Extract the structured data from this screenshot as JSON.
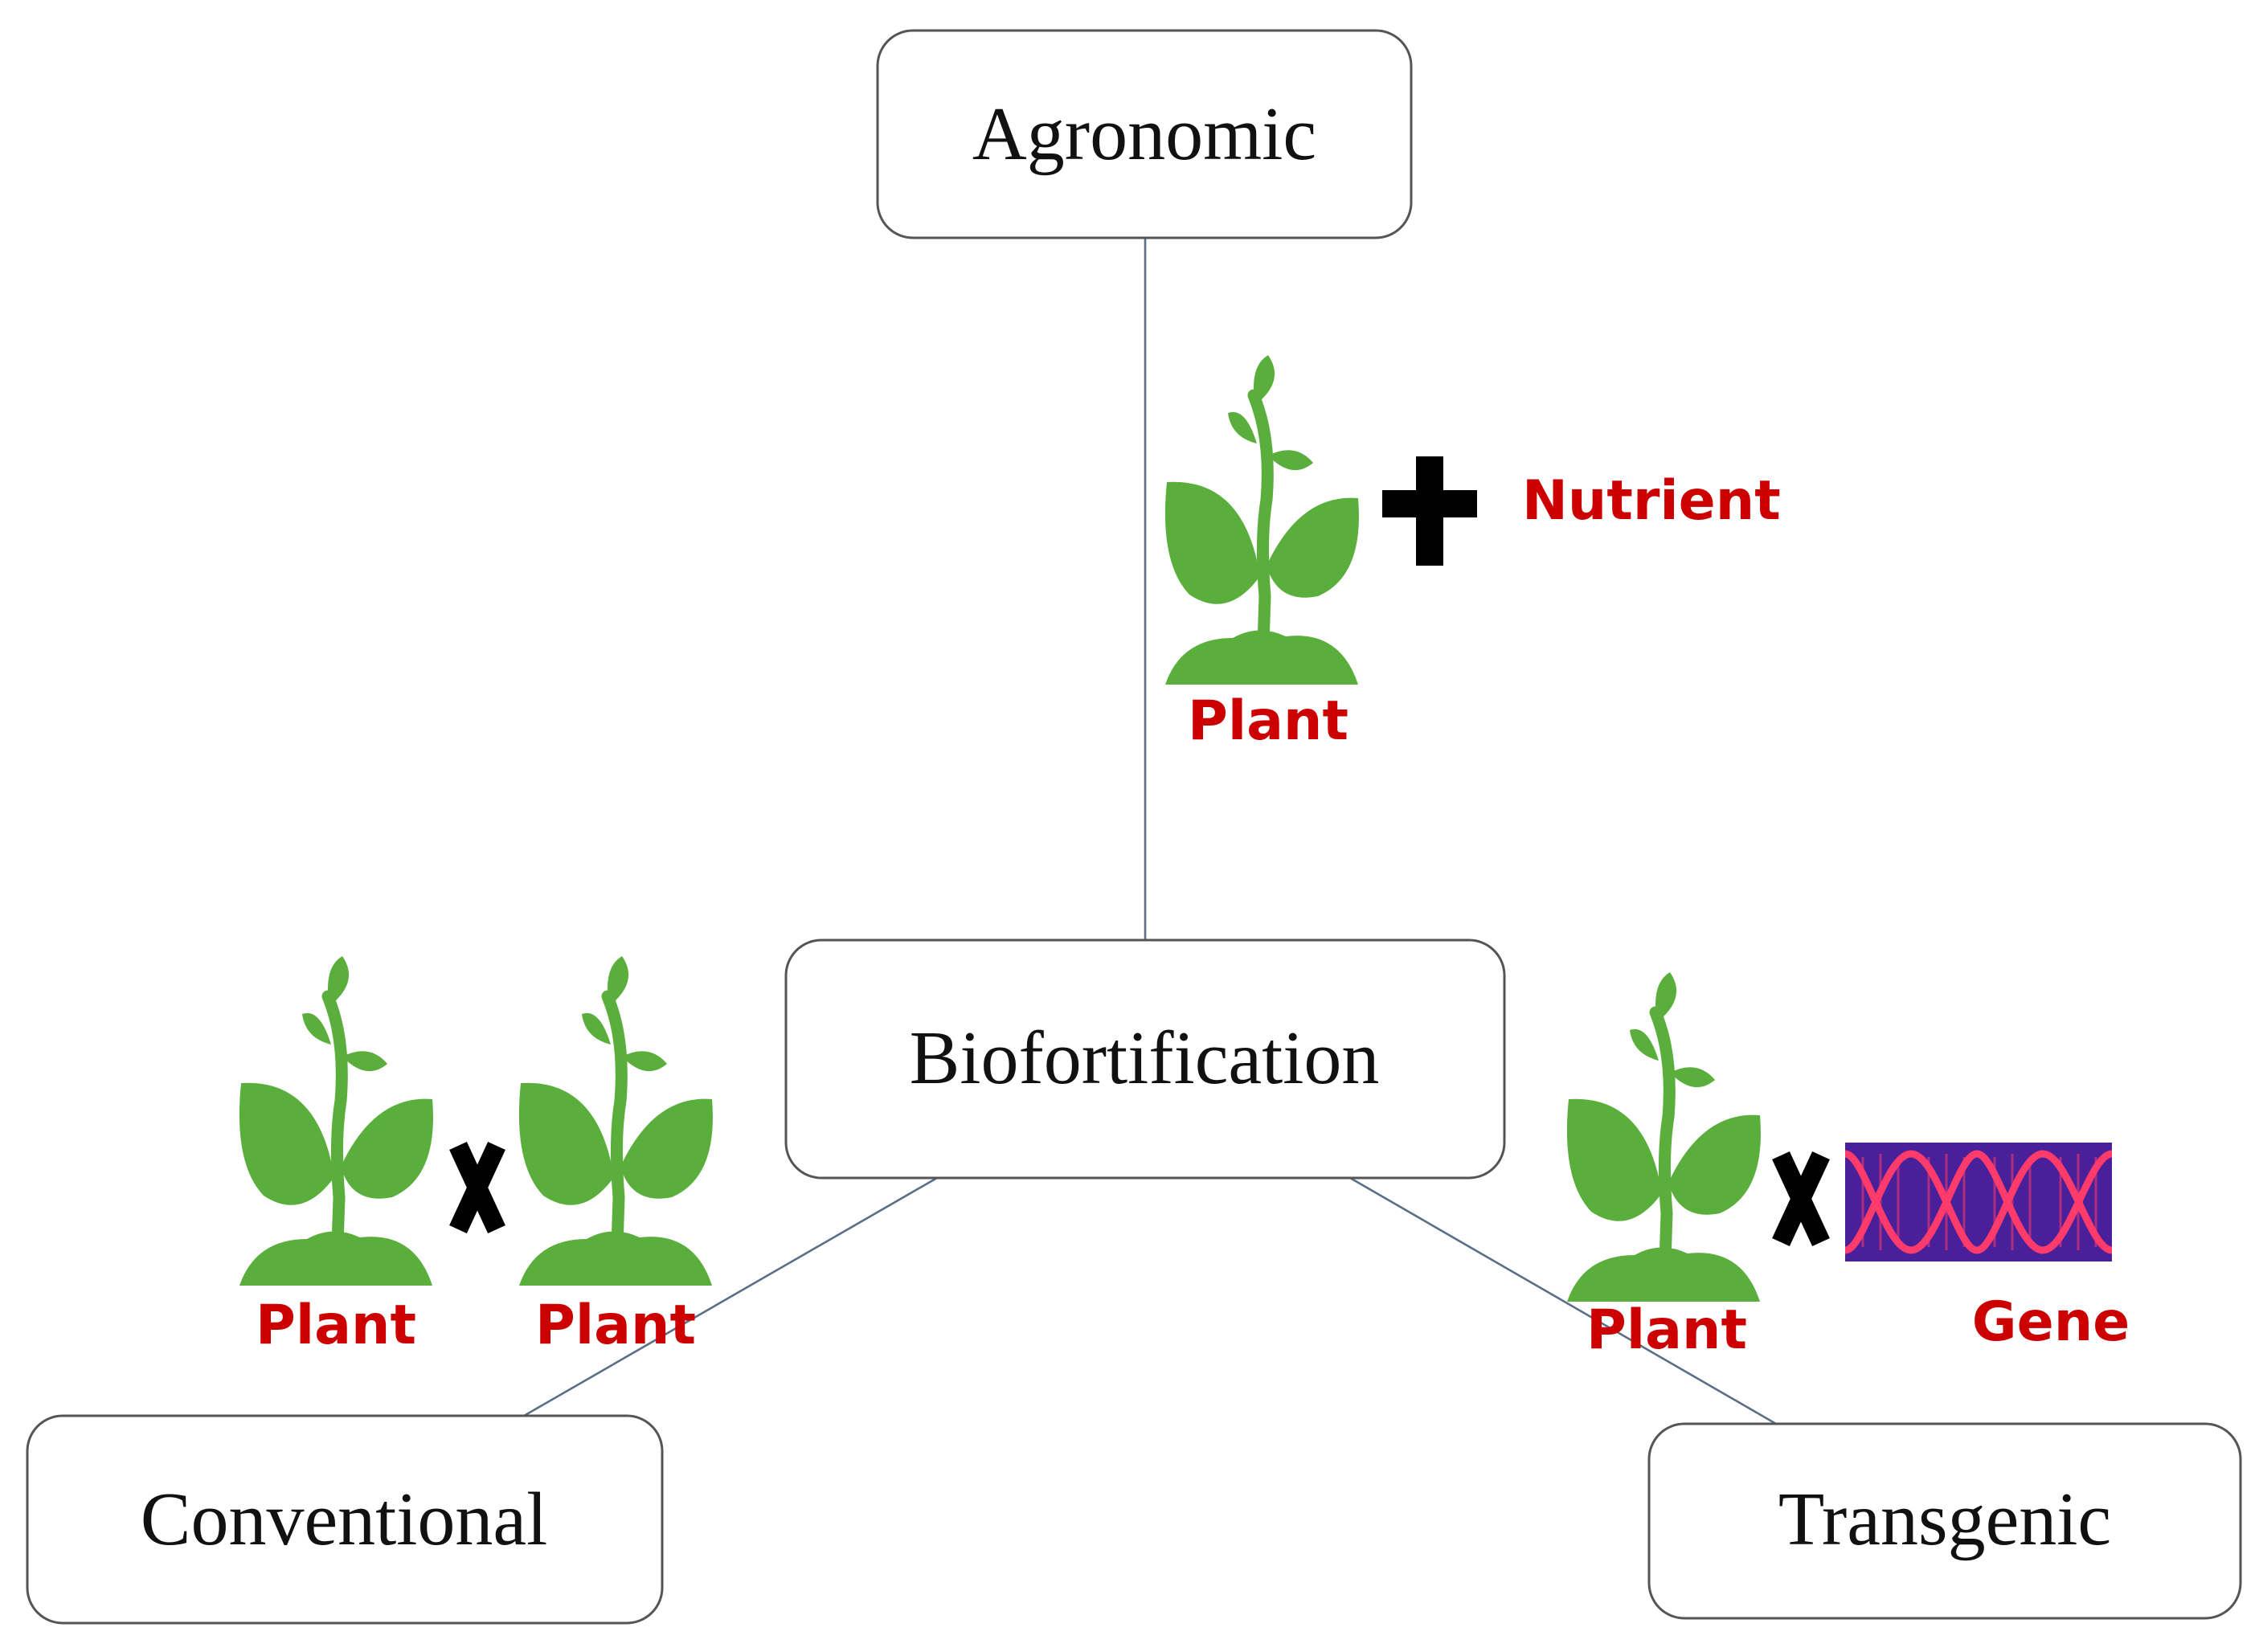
{
  "nodes": {
    "agronomic": "Agronomic",
    "biofortification": "Biofortification",
    "conventional": "Conventional",
    "transgenic": "Transgenic"
  },
  "labels": {
    "top_plant": "Plant",
    "nutrient": "Nutrient",
    "left_plant_a": "Plant",
    "left_plant_b": "Plant",
    "right_plant": "Plant",
    "gene": "Gene"
  },
  "icons": {
    "plant": "plant-icon",
    "plus": "plus-icon",
    "cross": "cross-icon",
    "dna": "dna-icon"
  },
  "colors": {
    "plant_green": "#5aaf3c",
    "label_red": "#cc0000",
    "dna_background": "#4a1f9a",
    "dna_strand": "#ff3b6b"
  }
}
